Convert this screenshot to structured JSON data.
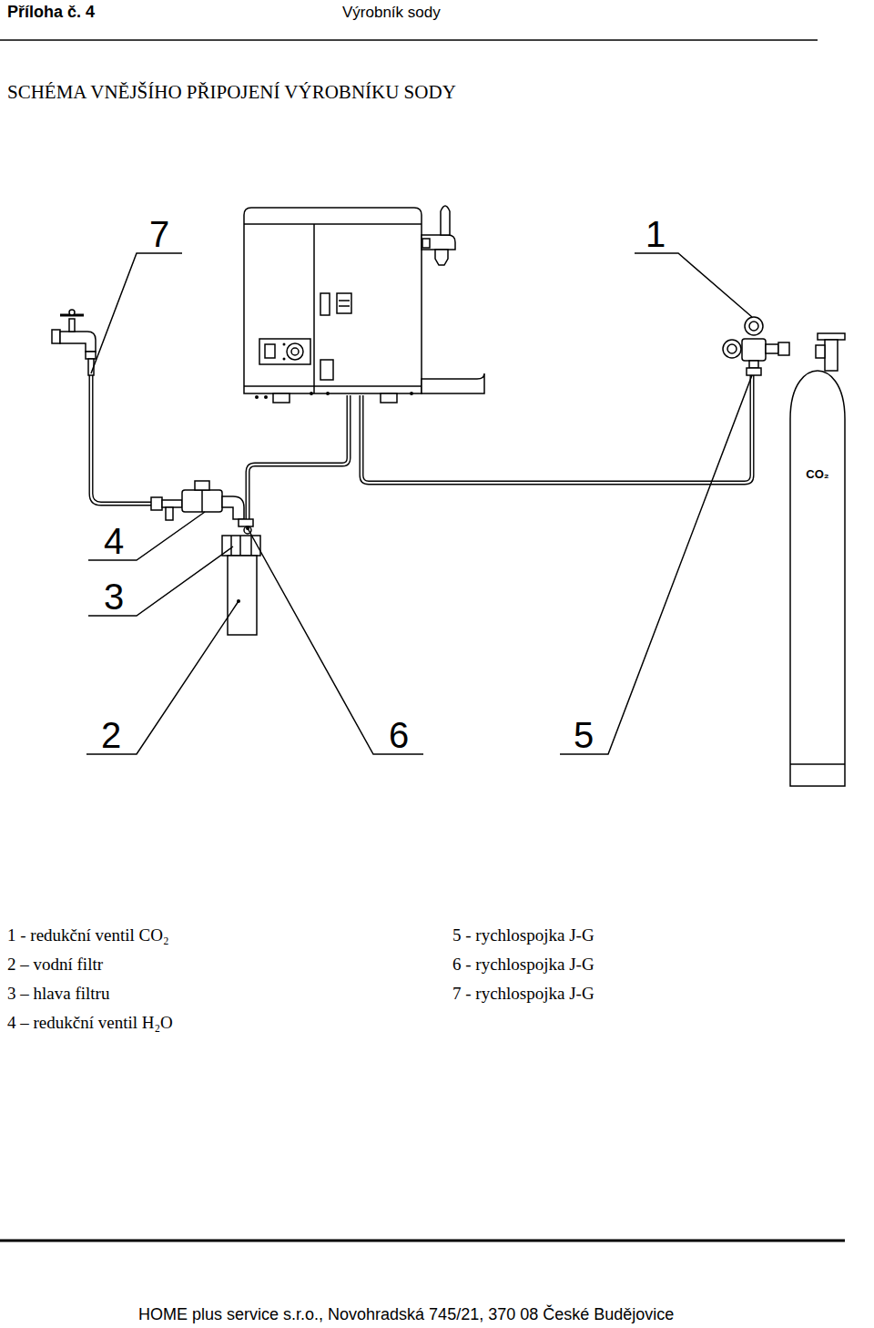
{
  "diagram": {
    "title": "SCHÉMA VNĚJŠÍHO PŘIPOJENÍ VÝROBNÍKU SODY",
    "nodes": [
      {
        "text": [
          "CO₂"
        ]
      }
    ],
    "labels": [
      "Příloha č. 4",
      "Výrobník sody",
      "7",
      "1",
      "4",
      "3",
      "2",
      "6",
      "5",
      "1 - redukční ventil CO₂",
      "2 – vodní filtr",
      "3 – hlava filtru",
      "4 – redukční ventil H₂O",
      "5 - rychlospojka J-G",
      "6 - rychlospojka J-G",
      "7 - rychlospojka J-G",
      "HOME plus service s.r.o., Novohradská 745/21, 370 08 České Budějovice"
    ]
  }
}
